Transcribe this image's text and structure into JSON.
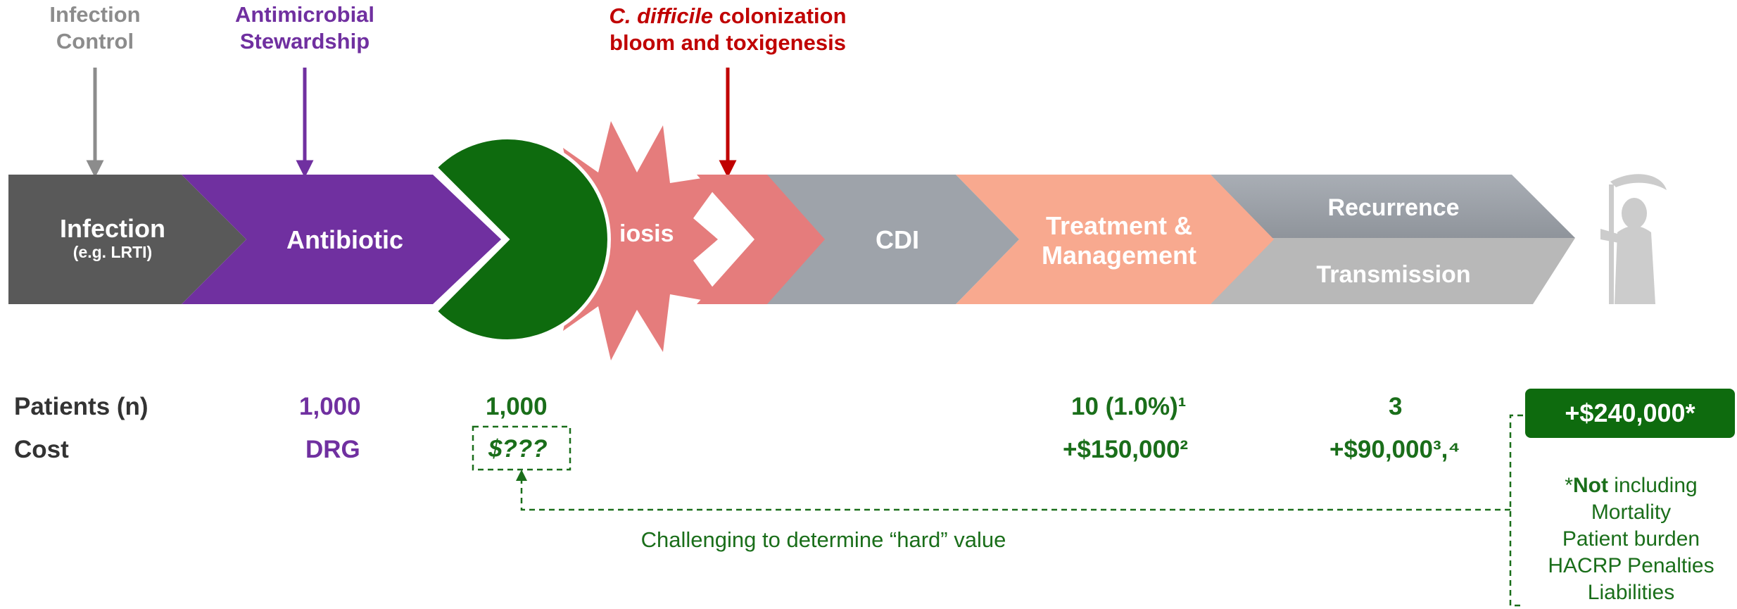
{
  "arrows": {
    "infection_control": "Infection\nControl",
    "antimicrobial_stewardship": "Antimicrobial\nStewardship",
    "cdiff_italic": "C. difficile",
    "cdiff_rest": " colonization",
    "cdiff_line2": "bloom and toxigenesis"
  },
  "chevrons": {
    "infection": "Infection",
    "infection_sub": "(e.g. LRTI)",
    "antibiotic": "Antibiotic",
    "dysbiosis_partial": "iosis",
    "cdi": "CDI",
    "treatment_line1": "Treatment &",
    "treatment_line2": "Management",
    "recurrence": "Recurrence",
    "transmission": "Transmission"
  },
  "table": {
    "patients_label": "Patients (n)",
    "cost_label": "Cost",
    "antibiotic_patients": "1,000",
    "antibiotic_cost": "DRG",
    "dysbiosis_patients": "1,000",
    "dysbiosis_cost": "$???",
    "cdi_patients": "10 (1.0%)¹",
    "cdi_cost": "+$150,000²",
    "recurrence_patients": "3",
    "recurrence_cost": "+$90,000³,⁴"
  },
  "total": "+$240,000*",
  "footnote": {
    "prefix": "*",
    "bold": "Not",
    "rest": " including",
    "items": [
      "Mortality",
      "Patient burden",
      "HACRP Penalties",
      "Liabilities"
    ]
  },
  "challenge_text": "Challenging to determine “hard” value",
  "colors": {
    "infection": "#595959",
    "antibiotic": "#7030a0",
    "pacman": "#0e6b0e",
    "burst": "#e57c7c",
    "cdi": "#9ea3aa",
    "treatment": "#f8a98f",
    "recurrence": "#9ea3aa",
    "transmission": "#b8b8b8",
    "reaper": "#cccccc",
    "text_green": "#1a6e1a",
    "text_red": "#c00000",
    "text_gray": "#8c8c8c"
  },
  "icons": [
    "grim-reaper-icon"
  ]
}
